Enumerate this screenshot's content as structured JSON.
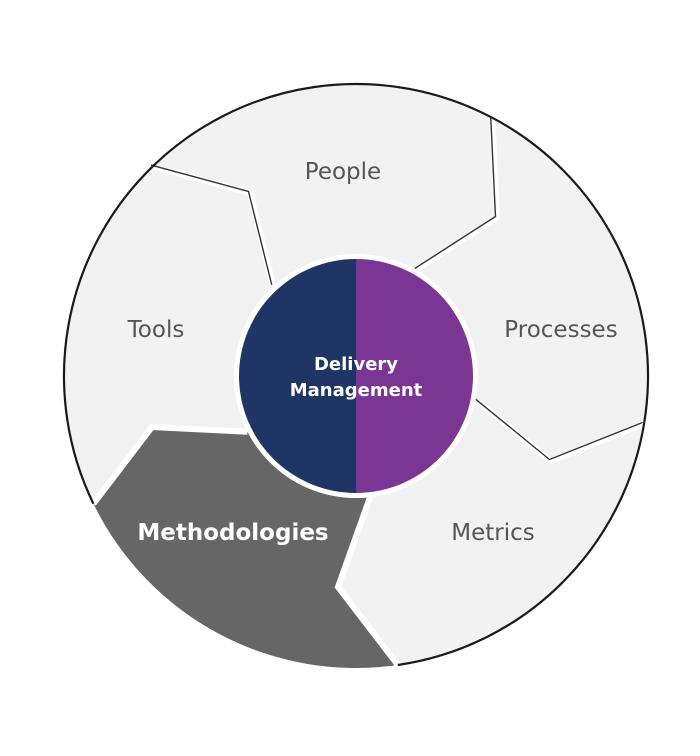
{
  "diagram": {
    "title": "Delivery Management",
    "center": {
      "line1": "Delivery",
      "line2": "Management",
      "left_color": "#1f3566",
      "right_color": "#7b3592"
    },
    "segments": [
      {
        "id": "people",
        "label": "People",
        "fill": "#f2f2f2",
        "text_color": "#555555",
        "highlighted": false
      },
      {
        "id": "processes",
        "label": "Processes",
        "fill": "#f2f2f2",
        "text_color": "#555555",
        "highlighted": false
      },
      {
        "id": "metrics",
        "label": "Metrics",
        "fill": "#f2f2f2",
        "text_color": "#555555",
        "highlighted": false
      },
      {
        "id": "methodologies",
        "label": "Methodologies",
        "fill": "#666666",
        "text_color": "#ffffff",
        "highlighted": true
      },
      {
        "id": "tools",
        "label": "Tools",
        "fill": "#f2f2f2",
        "text_color": "#555555",
        "highlighted": false
      }
    ]
  }
}
